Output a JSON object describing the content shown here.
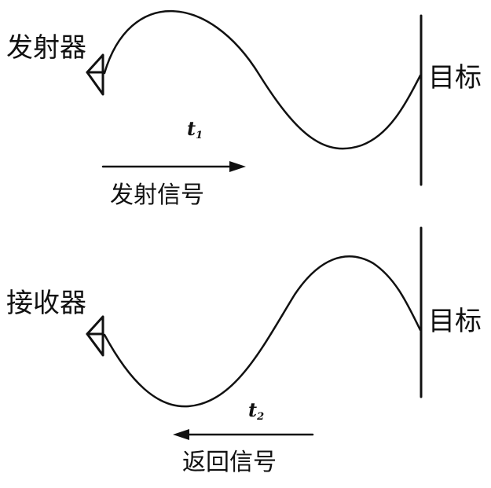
{
  "top_panel": {
    "transmitter_label": "发射器",
    "target_label": "目标",
    "time_symbol": "t",
    "time_subscript": "1",
    "signal_label": "发射信号"
  },
  "bottom_panel": {
    "receiver_label": "接收器",
    "target_label": "目标",
    "time_symbol": "t",
    "time_subscript": "2",
    "signal_label": "返回信号"
  },
  "colors": {
    "ink": "#111111",
    "background": "#ffffff"
  }
}
